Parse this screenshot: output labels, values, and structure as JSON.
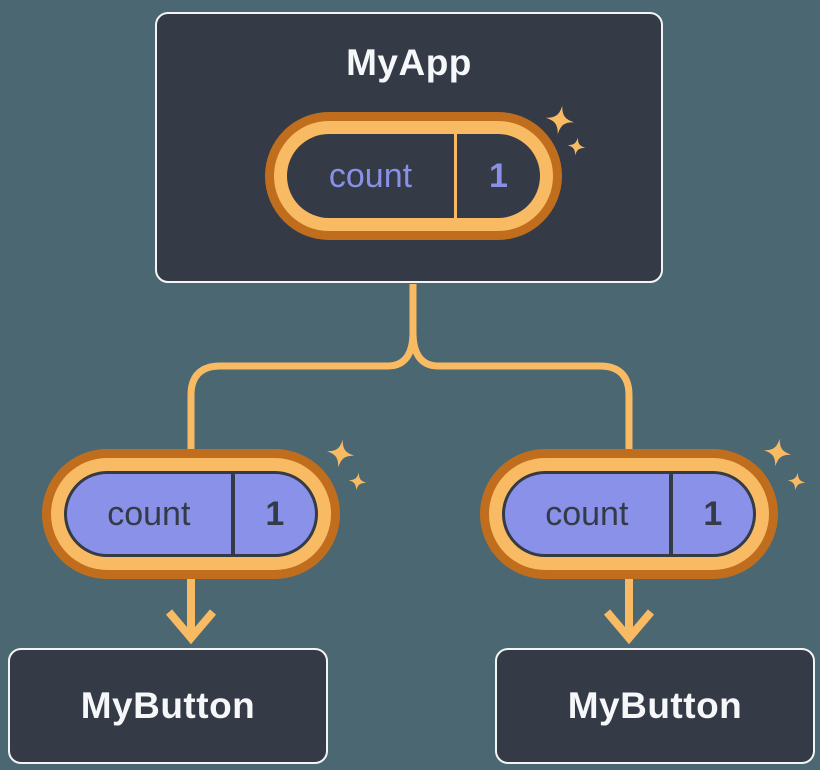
{
  "canvas": {
    "background": "#4B6771",
    "description": "React component tree diagram: parent state passed down as props"
  },
  "palette": {
    "surface_dark": "#343A46",
    "surface_border": "#F3F4F5",
    "orange_dark": "#C06E1E",
    "orange_light": "#F8BB64",
    "purple_fill": "#8A91E8",
    "purple_text": "#8890E8",
    "text_light": "#F6F7F9",
    "text_dark": "#343A46"
  },
  "root_component": {
    "title": "MyApp",
    "state": {
      "name": "count",
      "value": "1"
    }
  },
  "child_components": [
    {
      "title": "MyButton",
      "prop": {
        "name": "count",
        "value": "1"
      }
    },
    {
      "title": "MyButton",
      "prop": {
        "name": "count",
        "value": "1"
      }
    }
  ]
}
